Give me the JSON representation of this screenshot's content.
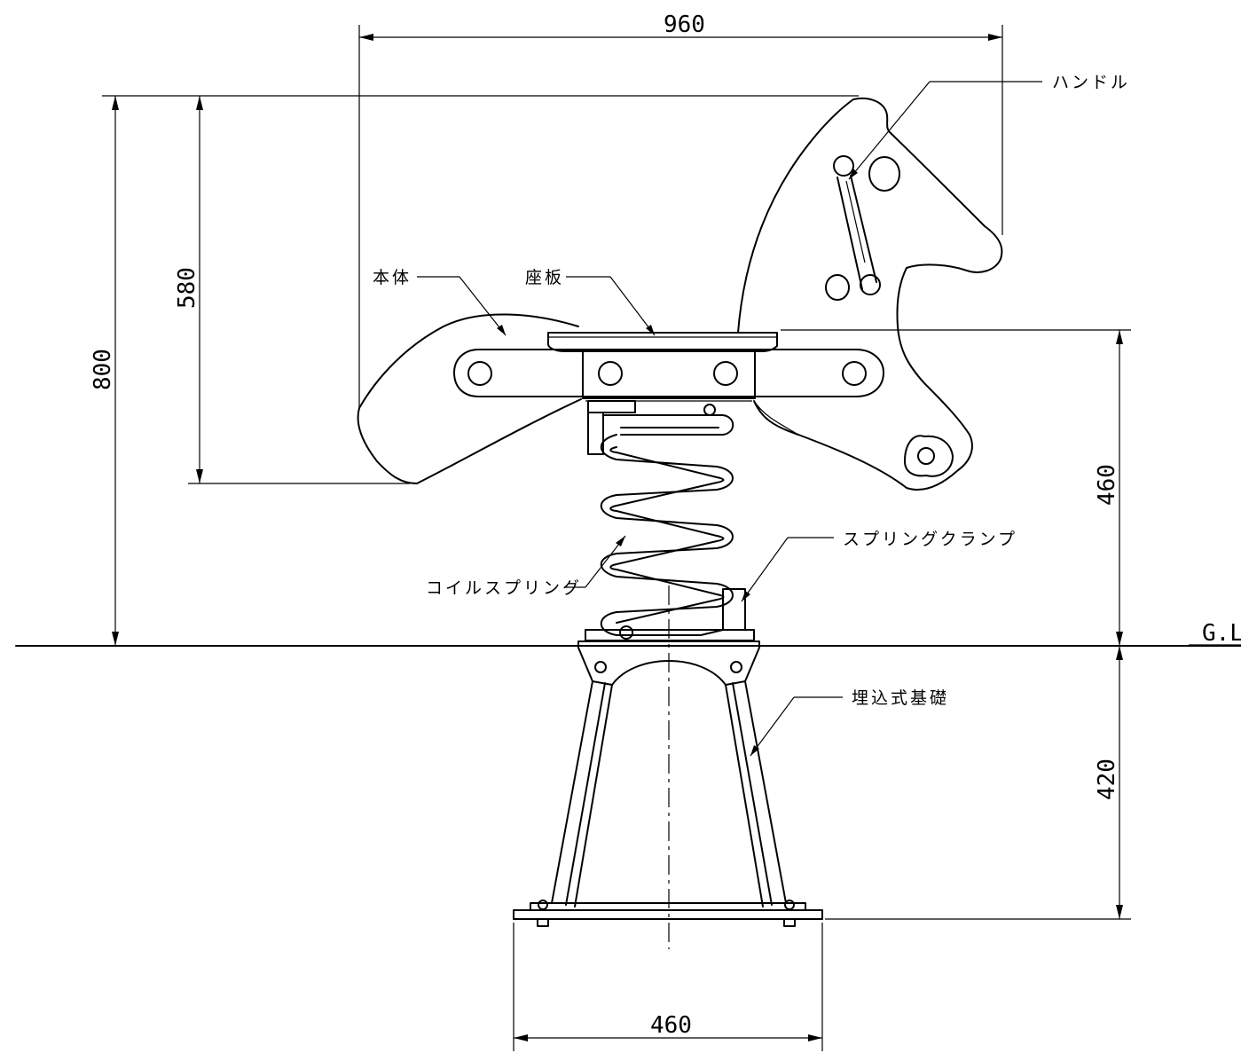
{
  "diagram": {
    "dimensions": {
      "overall_width": "960",
      "overall_height": "800",
      "seat_to_tail_height": "580",
      "seat_height": "460",
      "foundation_depth": "420",
      "base_width": "460"
    },
    "ground_label": "G.L",
    "labels": {
      "handle": "ハンドル",
      "body": "本体",
      "seat": "座板",
      "spring_clamp": "スプリングクランプ",
      "coil_spring": "コイルスプリング",
      "foundation": "埋込式基礎"
    }
  }
}
